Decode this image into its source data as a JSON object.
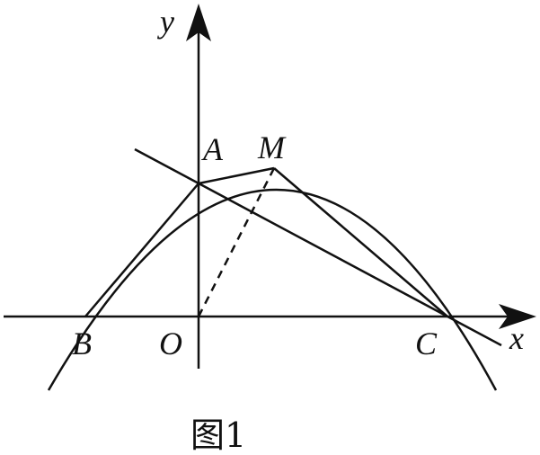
{
  "figure": {
    "caption": "图1",
    "axis_labels": {
      "x": "x",
      "y": "y"
    },
    "point_labels": {
      "A": "A",
      "M": "M",
      "B": "B",
      "O": "O",
      "C": "C"
    }
  },
  "colors": {
    "stroke": "#111111",
    "background": "#ffffff"
  }
}
